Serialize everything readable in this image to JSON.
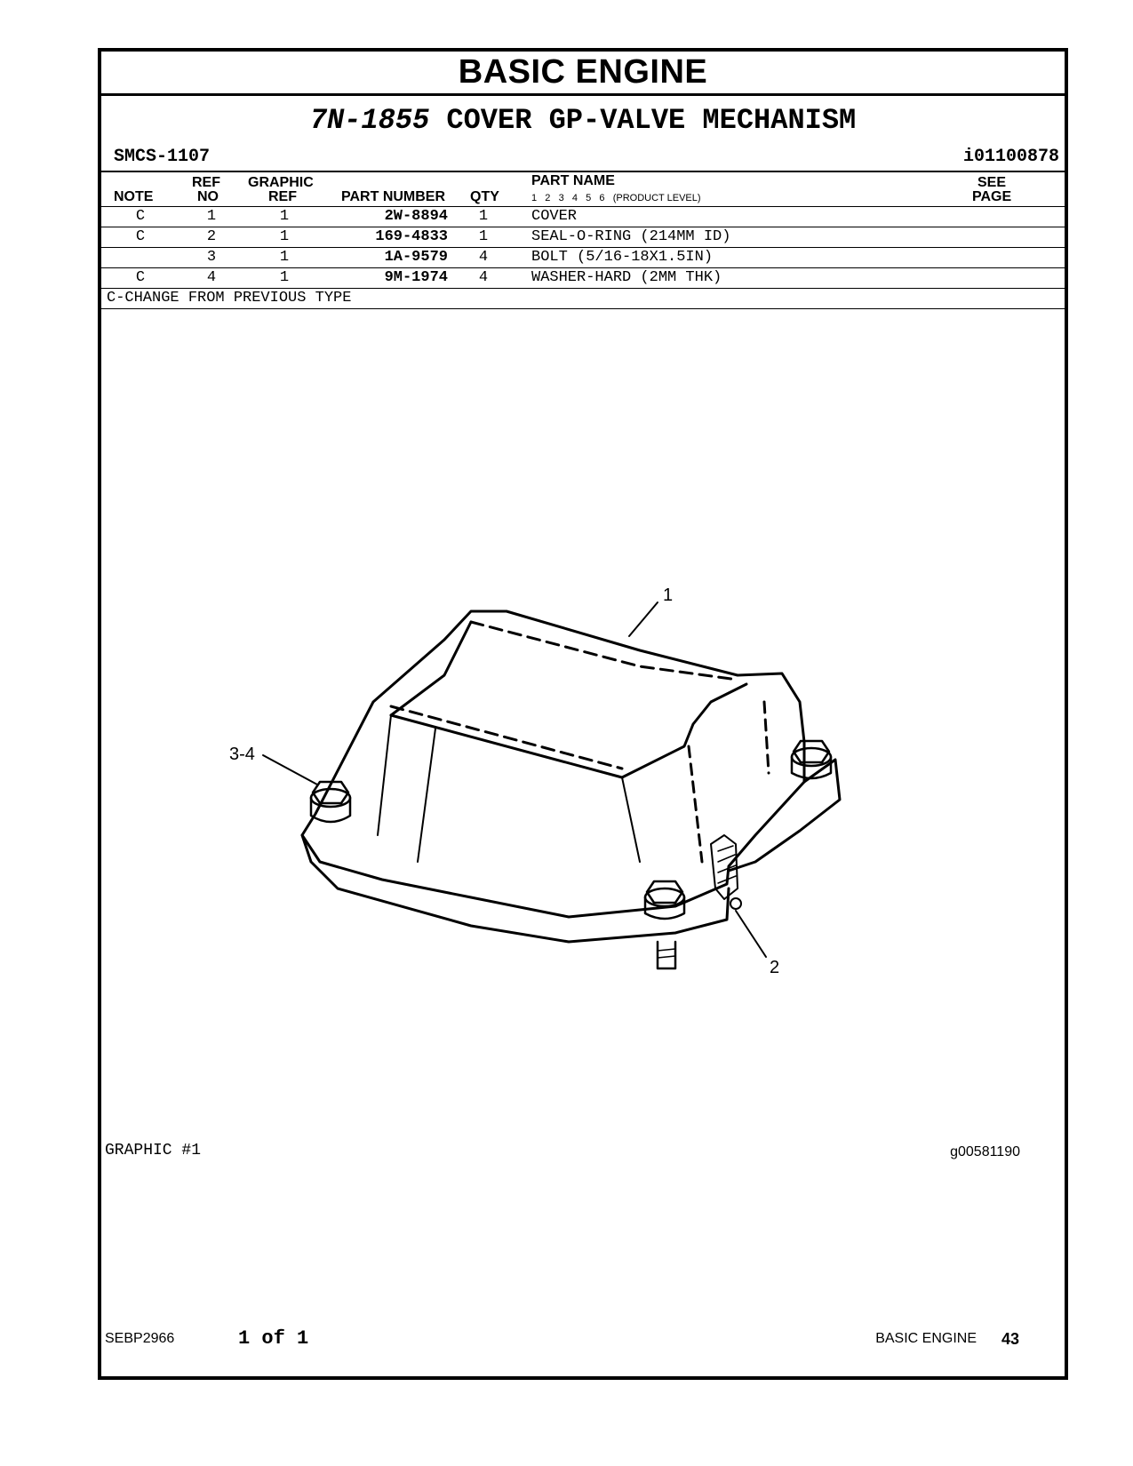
{
  "section_title": "BASIC ENGINE",
  "group": {
    "number": "7N-1855",
    "name": "COVER GP-VALVE MECHANISM"
  },
  "smcs": "SMCS-1107",
  "illustration_id": "i01100878",
  "headers": {
    "note": "NOTE",
    "ref": "REF",
    "no": "NO",
    "graphic": "GRAPHIC",
    "graphic_ref": "REF",
    "part_number": "PART NUMBER",
    "qty": "QTY",
    "part_name": "PART NAME",
    "levels": "1   2   3   4   5   6   (PRODUCT LEVEL)",
    "see": "SEE",
    "page": "PAGE"
  },
  "rows": [
    {
      "note": "C",
      "ref": "1",
      "gref": "1",
      "pn": "2W-8894",
      "qty": "1",
      "name": "COVER"
    },
    {
      "note": "C",
      "ref": "2",
      "gref": "1",
      "pn": "169-4833",
      "qty": "1",
      "name": "SEAL-O-RING (214MM ID)"
    },
    {
      "note": "",
      "ref": "3",
      "gref": "1",
      "pn": "1A-9579",
      "qty": "4",
      "name": "BOLT (5/16-18X1.5IN)"
    },
    {
      "note": "C",
      "ref": "4",
      "gref": "1",
      "pn": "9M-1974",
      "qty": "4",
      "name": "WASHER-HARD (2MM THK)"
    }
  ],
  "legend": "C-CHANGE FROM PREVIOUS TYPE",
  "callouts": {
    "c1": "1",
    "c2": "2",
    "c34": "3-4"
  },
  "graphic_label": "GRAPHIC #1",
  "graphic_id": "g00581190",
  "footer": {
    "doc": "SEBP2966",
    "page_of": "1 of 1",
    "section": "BASIC ENGINE",
    "page_number": "43"
  }
}
